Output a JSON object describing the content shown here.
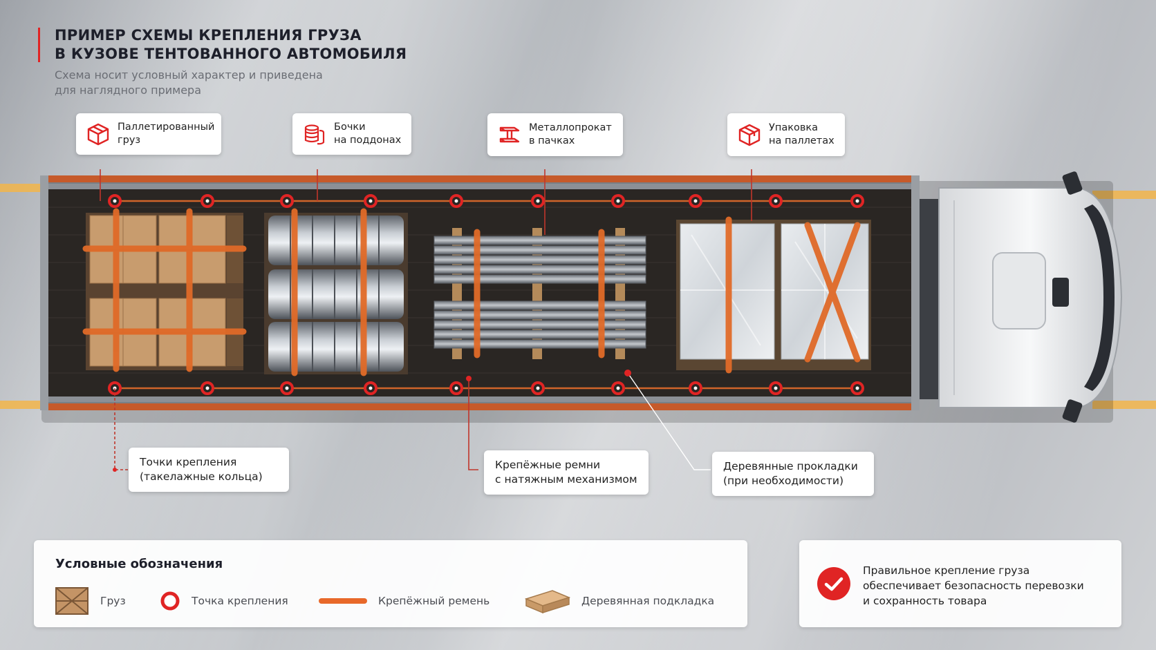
{
  "header": {
    "title_line1": "ПРИМЕР СХЕМЫ КРЕПЛЕНИЯ ГРУЗА",
    "title_line2": "В КУЗОВЕ ТЕНТОВАННОГО АВТОМОБИЛЯ",
    "subtitle_line1": "Схема носит условный характер и приведена",
    "subtitle_line2": "для наглядного примера"
  },
  "cargo_tags": [
    {
      "line1": "Паллетированный",
      "line2": "груз",
      "icon": "box-icon"
    },
    {
      "line1": "Бочки",
      "line2": "на поддонах",
      "icon": "barrels-icon"
    },
    {
      "line1": "Металлопрокат",
      "line2": "в пачках",
      "icon": "metal-beam-icon"
    },
    {
      "line1": "Упаковка",
      "line2": "на паллетах",
      "icon": "package-icon"
    }
  ],
  "callouts": [
    {
      "line1": "Точки крепления",
      "line2": "(такелажные кольца)"
    },
    {
      "line1": "Крепёжные ремни",
      "line2": "с натяжным механизмом"
    },
    {
      "line1": "Деревянные прокладки",
      "line2": "(при необходимости)"
    }
  ],
  "legend": {
    "title": "Условные обозначения",
    "items": [
      {
        "label": "Груз",
        "icon": "cargo-crate-icon"
      },
      {
        "label": "Точка крепления",
        "icon": "anchor-ring-icon"
      },
      {
        "label": "Крепёжный ремень",
        "icon": "strap-icon"
      },
      {
        "label": "Деревянная подкладка",
        "icon": "wood-plank-icon"
      }
    ]
  },
  "note": {
    "line1": "Правильное крепление груза",
    "line2": "обеспечивает безопасность перевозки",
    "line3": "и сохранность товара",
    "icon": "check-icon"
  },
  "colors": {
    "accent_red": "#e02424",
    "strap_orange": "#e06a28",
    "road_marking": "#f2b54a",
    "trailer_floor": "#2a2623"
  }
}
